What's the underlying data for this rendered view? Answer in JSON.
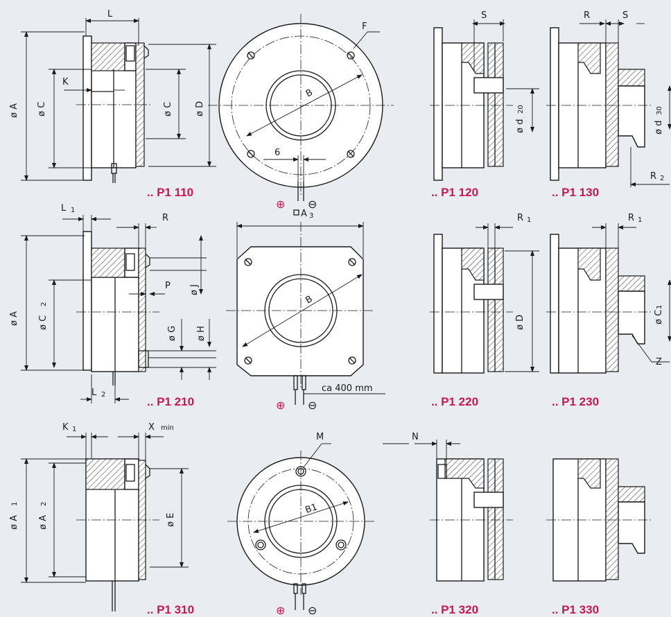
{
  "captions": {
    "p110": ".. P1 110",
    "p120": ".. P1 120",
    "p130": ".. P1 130",
    "p210": ".. P1 210",
    "p220": ".. P1 220",
    "p230": ".. P1 230",
    "p310": ".. P1 310",
    "p320": ".. P1 320",
    "p330": ".. P1 330"
  },
  "labels": {
    "L": "L",
    "K": "K",
    "F": "F",
    "B": "B",
    "six": "6",
    "A3": "A",
    "S": "S",
    "R": "R",
    "R2": "R",
    "d20": "ø d",
    "d30": "ø d",
    "L1": "L",
    "P": "P",
    "J": "ø J",
    "G": "ø G",
    "H": "ø H",
    "L2": "L",
    "C2": "ø C",
    "R1": "R",
    "Z": "Z",
    "C1": "ø C",
    "K1": "K",
    "Xmin": "X",
    "M": "M",
    "N": "N",
    "B1": "B1",
    "A1": "ø A",
    "A2": "ø A",
    "E": "ø E",
    "A": "ø A",
    "C": "ø C",
    "D": "ø D",
    "cable": "ca 400 mm",
    "plus": "⊕",
    "minus": "⊖"
  },
  "subscripts": {
    "one": "1",
    "two": "2",
    "three": "3",
    "twenty": "20",
    "thirty": "30",
    "min": "min"
  },
  "colors": {
    "background": "#e9ecf1",
    "caption": "#c8155a",
    "line": "#1a1a1a"
  }
}
